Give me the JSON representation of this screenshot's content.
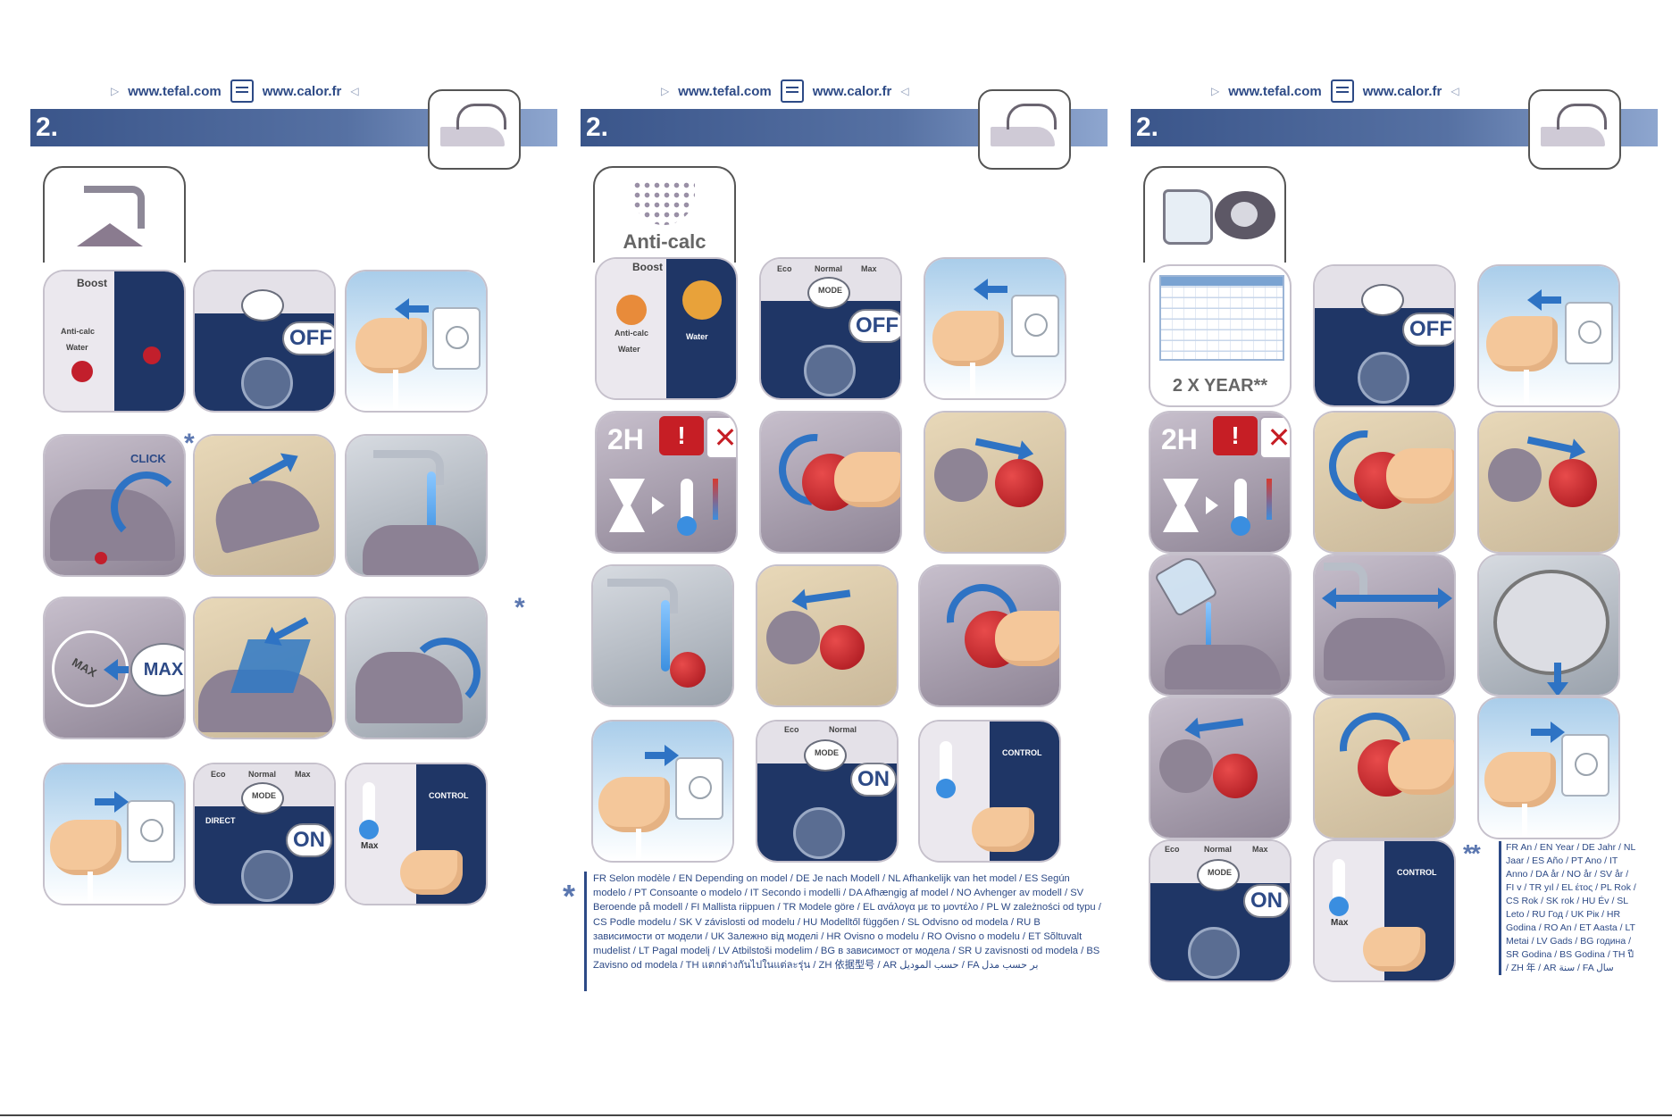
{
  "header": {
    "url_1": "www.tefal.com",
    "url_2": "www.calor.fr",
    "section_number": "2."
  },
  "labels": {
    "boost": "Boost",
    "anti_calc_small": "Anti-calc",
    "water": "Water",
    "off": "OFF",
    "on": "ON",
    "click": "CLICK",
    "max_marker": "MAX",
    "max_badge": "MAX",
    "mode": "MODE",
    "eco": "Eco",
    "normal": "Normal",
    "max": "Max",
    "direct": "DIRECT",
    "control": "CONTROL",
    "two_h": "2H",
    "warning_mark": "!",
    "no_water_mark": "✕",
    "anti_calc_tab": "Anti-calc",
    "twice_a_year": "2 X YEAR**",
    "asterisk": "*",
    "double_asterisk": "**"
  },
  "footnotes": {
    "single": "FR Selon modèle / EN Depending on model / DE Je nach Modell / NL Afhankelijk van het model / ES Según modelo / PT Consoante o modelo / IT Secondo i modelli / DA Afhængig af model / NO Avhenger av modell / SV Beroende på modell / FI Mallista riippuen / TR Modele göre / EL ανάλογα με το μοντέλο / PL W zależności od typu / CS Podle modelu / SK V závislosti od modelu / HU Modelltől függően / SL Odvisno od modela / RU В зависимости от модели / UK Залежно від моделі / HR Ovisno o modelu / RO Ovisno o modelu / ET Sõltuvalt mudelist / LT Pagal modelį / LV Atbilstoši modelim / BG в зависимост от модела / SR U zavisnosti od modela / BS Zavisno od modela / TH แตกต่างกันไปในแต่ละรุ่น / ZH 依据型号 / AR حسب الموديل / FA بر حسب مدل",
    "double": "FR An / EN Year / DE Jahr / NL Jaar / ES Año / PT Ano / IT Anno / DA år / NO år / SV år / FI v / TR yıl / EL έτος / PL Rok / CS Rok / SK rok / HU Év / SL Leto / RU Год / UK Рік / HR Godina / RO An / ET Aasta / LT Metai / LV Gads / BG година / SR Godina / BS Godina / TH ปี / ZH 年 / AR سنة / FA سال"
  }
}
